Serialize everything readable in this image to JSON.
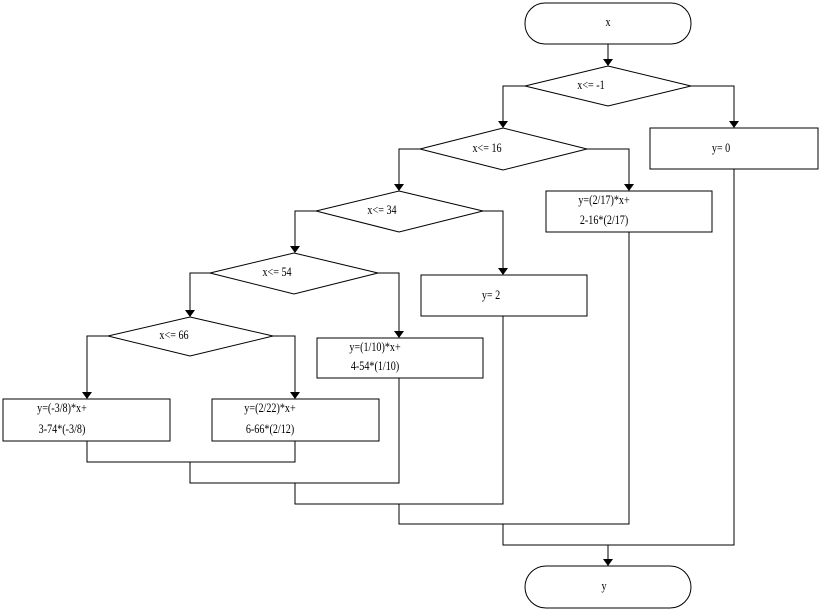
{
  "flowchart": {
    "start": "x",
    "end": "y",
    "decisions": {
      "d1": "x<= -1",
      "d2": "x<= 16",
      "d3": "x<= 34",
      "d4": "x<= 54",
      "d5": "x<= 66"
    },
    "processes": {
      "p_y0": [
        "y= 0"
      ],
      "p_217": [
        "y=(2/17)*x+",
        "2-16*(2/17)"
      ],
      "p_y2": [
        "y= 2"
      ],
      "p_110": [
        "y=(1/10)*x+",
        "4-54*(1/10)"
      ],
      "p_m38": [
        "y=(-3/8)*x+",
        "3-74*(-3/8)"
      ],
      "p_222": [
        "y=(2/22)*x+",
        "6-66*(2/12)"
      ]
    }
  }
}
